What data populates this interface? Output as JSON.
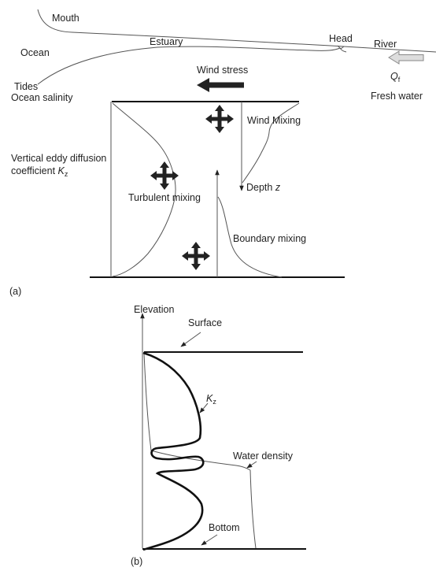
{
  "panel_a": {
    "label": "(a)",
    "mouth": "Mouth",
    "ocean": "Ocean",
    "estuary": "Estuary",
    "head": "Head",
    "river": "River",
    "tides": "Tides",
    "ocean_salinity": "Ocean salinity",
    "wind_stress": "Wind stress",
    "qf_main": "Q",
    "qf_sub": "f",
    "fresh_water": "Fresh water",
    "wind_mixing": "Wind Mixing",
    "kz_line1": "Vertical eddy diffusion",
    "kz_line2": "coefficient ",
    "kz_main": "K",
    "kz_sub": "z",
    "depth": "Depth ",
    "depth_var": "z",
    "turbulent_mixing": "Turbulent mixing",
    "boundary_mixing": "Boundary mixing"
  },
  "panel_b": {
    "label": "(b)",
    "elevation": "Elevation",
    "surface": "Surface",
    "kz_main": "K",
    "kz_sub": "z",
    "water_density": "Water density",
    "bottom": "Bottom"
  },
  "colors": {
    "line": "#555555",
    "heavy_line": "#111111",
    "arrow_fill": "#222222",
    "river_arrow": "#dddddd",
    "text": "#222222"
  },
  "icons": [
    "wind-stress-arrow-icon",
    "fresh-water-arrow-icon",
    "four-way-mixing-arrow-icon",
    "pointer-arrow-icon"
  ]
}
